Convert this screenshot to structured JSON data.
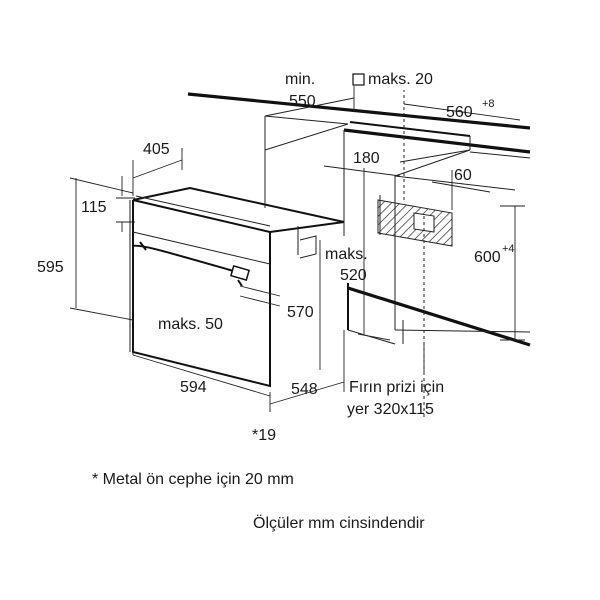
{
  "dimensions": {
    "min_label": "min.",
    "min_550": "550",
    "maks_20": "maks. 20",
    "d560": "560",
    "d560_sup": "+8",
    "d405": "405",
    "d180": "180",
    "d60": "60",
    "d115": "115",
    "d595": "595",
    "maks_label": "maks.",
    "d520": "520",
    "d600": "600",
    "d600_sup": "+4",
    "maks_50": "maks. 50",
    "d570": "570",
    "d594": "594",
    "d548": "548",
    "star_19": "*19"
  },
  "socket_note": {
    "line1": "Fırın prizi için",
    "line2": "yer 320x115"
  },
  "footnotes": {
    "metal_front": "* Metal ön cephe için 20 mm",
    "units": "Ölçüler mm cinsindendir"
  }
}
